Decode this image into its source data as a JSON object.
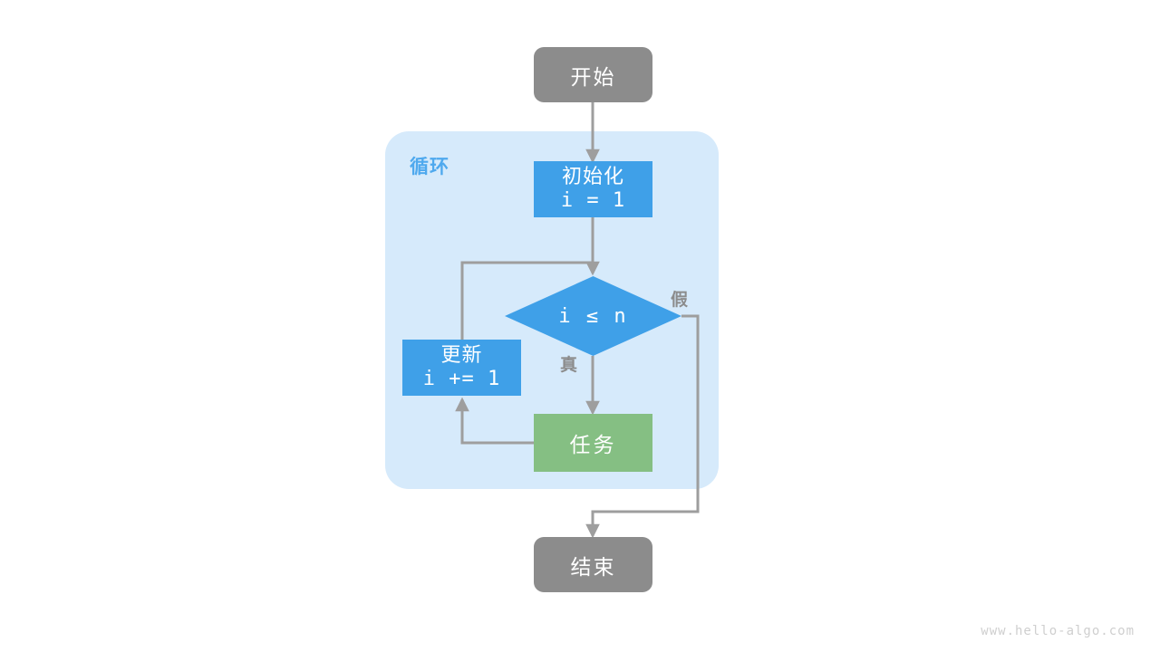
{
  "diagram": {
    "title": "for-loop-flowchart",
    "watermark": "www.hello-algo.com",
    "colors": {
      "terminal": "#8c8c8c",
      "process": "#3fa0e8",
      "task": "#85bf83",
      "loop_backdrop": "#d6eafb",
      "loop_label": "#4fa9ee",
      "edge": "#9e9e9e",
      "watermark": "#cfcfcf",
      "node_text": "#ffffff"
    },
    "loop_region": {
      "label": "循环"
    },
    "nodes": {
      "start": {
        "label": "开始",
        "shape": "rounded-terminal"
      },
      "init": {
        "label_cn": "初始化",
        "label_code": "i = 1",
        "shape": "rect"
      },
      "condition": {
        "label": "i ≤ n",
        "shape": "diamond"
      },
      "update": {
        "label_cn": "更新",
        "label_code": "i += 1",
        "shape": "rect"
      },
      "task": {
        "label": "任务",
        "shape": "rect"
      },
      "end": {
        "label": "结束",
        "shape": "rounded-terminal"
      }
    },
    "edge_labels": {
      "true": "真",
      "false": "假"
    }
  }
}
